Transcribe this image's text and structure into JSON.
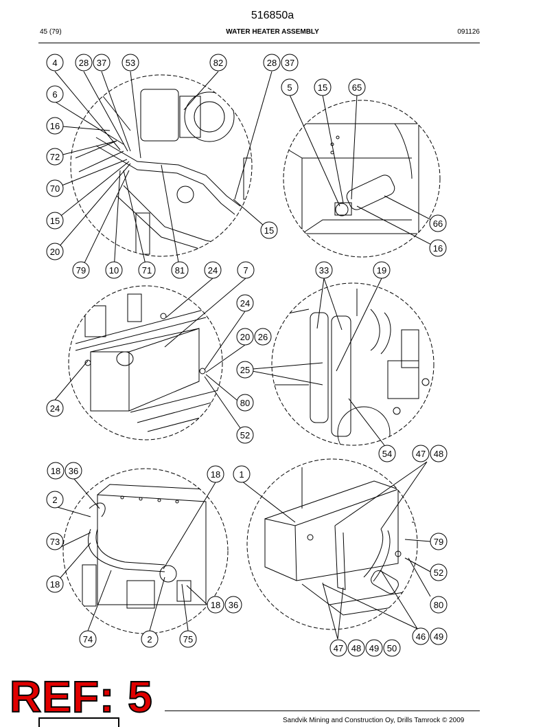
{
  "document": {
    "number": "516850a",
    "page": "45 (79)",
    "title": "WATER HEATER ASSEMBLY",
    "date_code": "091126",
    "footer": "Sandvik Mining and Construction Oy, Drills Tamrock © 2009"
  },
  "ref_stamp": "REF: 5",
  "callouts": {
    "v1": [
      "4",
      "28",
      "37",
      "53",
      "82",
      "28",
      "37",
      "6",
      "16",
      "72",
      "70",
      "15",
      "20",
      "79",
      "10",
      "71",
      "81",
      "15"
    ],
    "v2": [
      "5",
      "15",
      "65",
      "66",
      "16"
    ],
    "v3": [
      "24",
      "7",
      "24",
      "20",
      "26",
      "25",
      "80",
      "52",
      "24"
    ],
    "v4": [
      "33",
      "19",
      "54"
    ],
    "v5": [
      "18",
      "36",
      "2",
      "73",
      "18",
      "18",
      "74",
      "2",
      "75",
      "18",
      "36"
    ],
    "v6": [
      "1",
      "47",
      "48",
      "79",
      "52",
      "80",
      "46",
      "49",
      "47",
      "48",
      "49",
      "50"
    ]
  }
}
